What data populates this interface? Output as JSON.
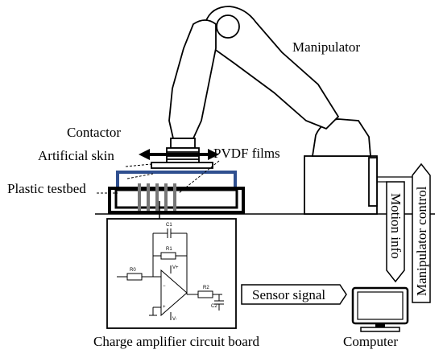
{
  "labels": {
    "manipulator": "Manipulator",
    "contactor": "Contactor",
    "artificial_skin": "Artificial skin",
    "pvdf_films": "PVDF films",
    "plastic_testbed": "Plastic testbed",
    "circuit_board": "Charge amplifier circuit board",
    "computer": "Computer",
    "sensor_signal": "Sensor signal",
    "motion_info": "Motion info",
    "manipulator_control": "Manipulator control"
  },
  "circuit": {
    "c1": "C1",
    "r1": "R1",
    "r0": "R0",
    "r2": "R2",
    "c2": "C2",
    "vplus": "V+",
    "vminus": "V-",
    "minus": "−",
    "plus": "+"
  },
  "colors": {
    "skin": "#2f4f8f",
    "pvdf": "#777777",
    "line": "#000000"
  }
}
